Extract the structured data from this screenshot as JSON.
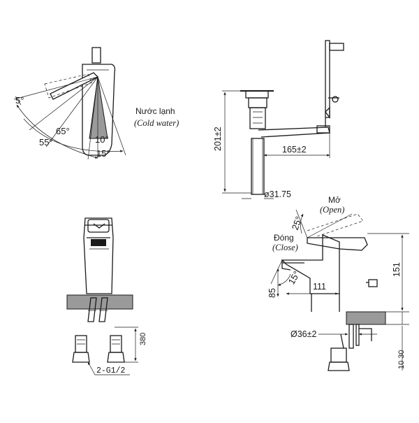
{
  "top_left_view": {
    "label_vi": "Nước lạnh",
    "label_en": "(Cold water)",
    "angles": [
      "5°",
      "65°",
      "55°",
      "10°",
      "15°"
    ]
  },
  "top_right_view": {
    "height_dim": "201±2",
    "reach_dim": "165±2",
    "pipe_dim": "ø31.75"
  },
  "bottom_left_view": {
    "hose_len": "380",
    "thread": "2-G1/2"
  },
  "bottom_right_view": {
    "open_vi": "Mở",
    "open_en": "(Open)",
    "close_vi": "Đóng",
    "close_en": "(Close)",
    "open_angle": "25°",
    "close_angle": "15°",
    "spout_height": "85",
    "spout_reach": "111",
    "total_height": "151",
    "hole_dim": "Ø36±2",
    "deck_thickness": "10 30"
  }
}
